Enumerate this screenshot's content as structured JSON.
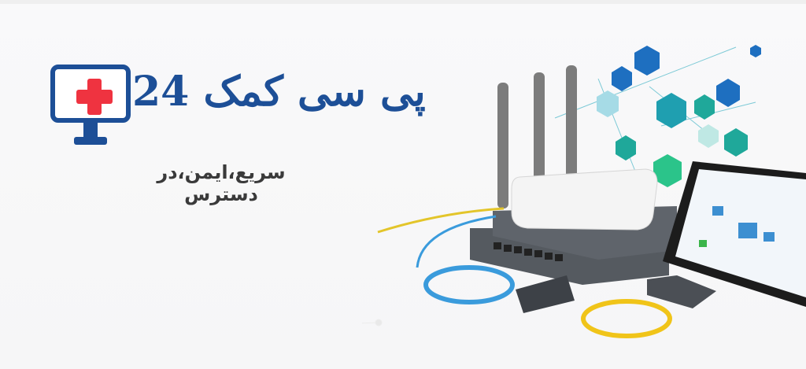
{
  "banner": {
    "brand_name": "پی سی کمک 24",
    "tagline": "سریع،ایمن،در دسترس",
    "colors": {
      "brand_blue": "#1d4f97",
      "cross_red": "#ef3340",
      "tagline_gray": "#3a3a3a",
      "background": "#f7f7f8",
      "teal": "#1fa89a",
      "network_blue": "#1e6fc0"
    },
    "icons": [
      "medical-cross-icon",
      "monitor-icon"
    ],
    "illustration": {
      "items": [
        "wifi-router",
        "network-switch",
        "ethernet-cable-blue",
        "ethernet-cable-yellow",
        "media-converter",
        "tablet-network-diagram",
        "hexagon-network-icons"
      ]
    }
  }
}
